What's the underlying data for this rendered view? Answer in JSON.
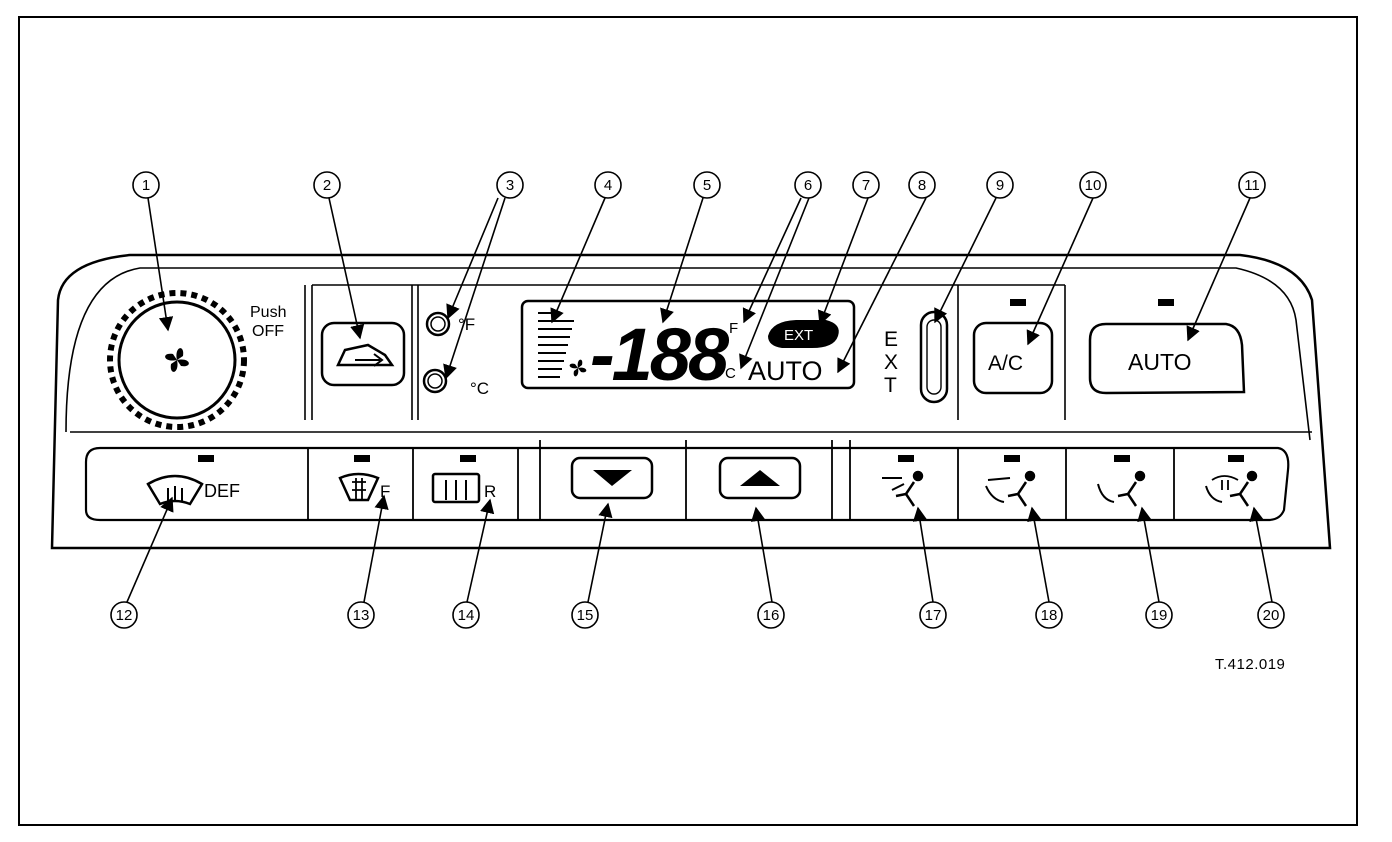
{
  "figure": {
    "reference": "T.412.019",
    "callouts": [
      "1",
      "2",
      "3",
      "4",
      "5",
      "6",
      "7",
      "8",
      "9",
      "10",
      "11",
      "12",
      "13",
      "14",
      "15",
      "16",
      "17",
      "18",
      "19",
      "20"
    ]
  },
  "panel": {
    "fan_knob_label_top": "Push",
    "fan_knob_label_bottom": "OFF",
    "unit_f_symbol": "°F",
    "unit_c_symbol": "°C",
    "display": {
      "digits": "-188",
      "unit_f": "F",
      "unit_c": "C",
      "ext_badge": "EXT",
      "auto_text": "AUTO"
    },
    "ext_letters": [
      "E",
      "X",
      "T"
    ],
    "ac_label": "A/C",
    "auto_button_label": "AUTO",
    "def_label": "DEF",
    "front_defrost_letter": "F",
    "rear_defrost_letter": "R"
  }
}
